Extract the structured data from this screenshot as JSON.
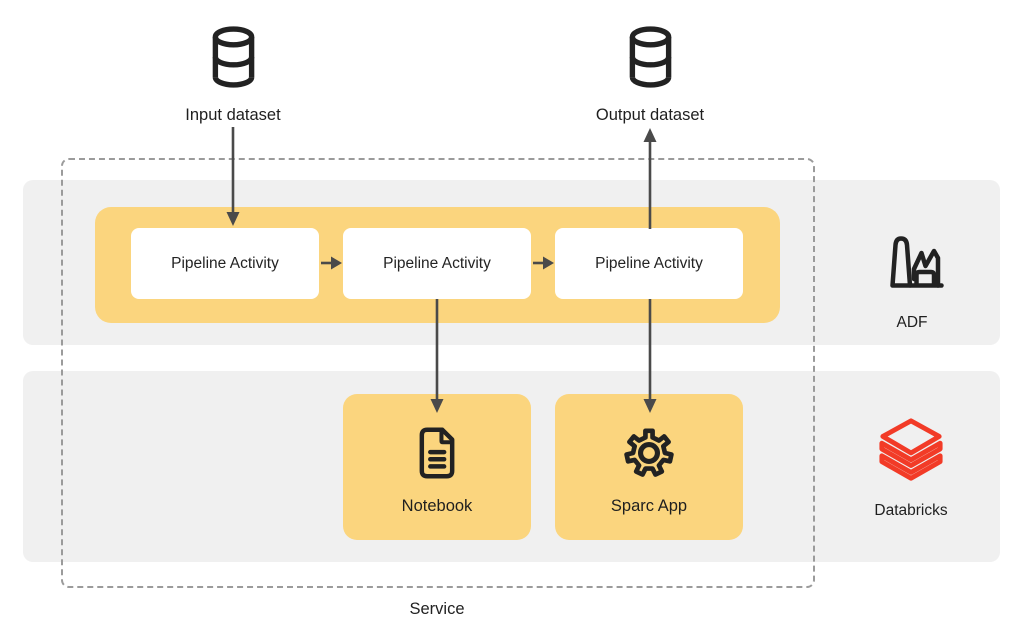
{
  "diagram": {
    "service": {
      "label": "Service"
    },
    "input_dataset": {
      "label": "Input dataset",
      "icon": "database-icon"
    },
    "output_dataset": {
      "label": "Output dataset",
      "icon": "database-icon"
    },
    "adf_lane": {
      "platform_label": "ADF",
      "platform_icon": "factory-icon",
      "activities": [
        {
          "label": "Pipeline Activity"
        },
        {
          "label": "Pipeline Activity"
        },
        {
          "label": "Pipeline Activity"
        }
      ]
    },
    "databricks_lane": {
      "platform_label": "Databricks",
      "platform_icon": "databricks-logo-icon",
      "nodes": [
        {
          "label": "Notebook",
          "icon": "document-icon"
        },
        {
          "label": "Sparc App",
          "icon": "gear-icon"
        }
      ]
    },
    "edges": [
      {
        "from": "input-dataset",
        "to": "pipeline-activity-1",
        "direction": "down"
      },
      {
        "from": "pipeline-activity-1",
        "to": "pipeline-activity-2",
        "direction": "right"
      },
      {
        "from": "pipeline-activity-2",
        "to": "pipeline-activity-3",
        "direction": "right"
      },
      {
        "from": "pipeline-activity-3",
        "to": "output-dataset",
        "direction": "up"
      },
      {
        "from": "pipeline-activity-2",
        "to": "notebook",
        "direction": "down"
      },
      {
        "from": "pipeline-activity-3",
        "to": "sparc-app",
        "direction": "down"
      }
    ],
    "colors": {
      "highlight_yellow": "#FBD57E",
      "lane_gray": "#F0F0F0",
      "databricks_red": "#F23B27",
      "ink": "#222222",
      "arrow_gray": "#4A4A4A",
      "dashed_border_gray": "#9B9B9B"
    }
  }
}
